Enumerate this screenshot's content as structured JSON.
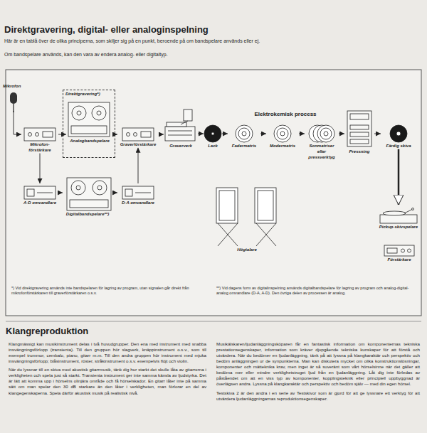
{
  "diagram": {
    "title": "Direktgravering, digital- eller analoginspelning",
    "nodes": [
      {
        "text": [
          "Mikrofon"
        ]
      },
      {
        "text": [
          "Direktgravering*)"
        ]
      },
      {
        "text": [
          "Analogbandspelare"
        ],
        "in": 1
      },
      {
        "text": [
          "Mikrofon-förstärkare"
        ]
      },
      {
        "text": [
          "Graverförstärkare"
        ]
      },
      {
        "text": [
          "Graververk"
        ]
      },
      {
        "text": [
          "Lack"
        ]
      },
      {
        "text": [
          "Fadermatris"
        ]
      },
      {
        "text": [
          "Modermatris"
        ]
      },
      {
        "text": [
          "Sonmatriser eller pressverktyg"
        ]
      },
      {
        "text": [
          "Pressning"
        ]
      },
      {
        "text": [
          "Färdig skiva"
        ]
      },
      {
        "text": [
          "A-D omvandlare"
        ]
      },
      {
        "text": [
          "Digitalbandspelare**)"
        ]
      },
      {
        "text": [
          "D-A omvandlare"
        ]
      },
      {
        "text": [
          "Högtalare"
        ]
      },
      {
        "text": [
          "Pickup-skivspelare"
        ]
      },
      {
        "text": [
          "Förstärkare"
        ]
      }
    ],
    "edges": [
      {
        "from": 0,
        "to": 3,
        "arrow": "to"
      },
      {
        "from": 3,
        "to": 2,
        "arrow": "to"
      },
      {
        "from": 2,
        "to": 4,
        "arrow": "to"
      },
      {
        "from": 4,
        "to": 5,
        "arrow": "to"
      },
      {
        "from": 5,
        "to": 6,
        "arrow": "to"
      },
      {
        "from": 6,
        "to": 7,
        "arrow": "to"
      },
      {
        "from": 7,
        "to": 8,
        "arrow": "to"
      },
      {
        "from": 8,
        "to": 9,
        "arrow": "to"
      },
      {
        "from": 9,
        "to": 10,
        "arrow": "to"
      },
      {
        "from": 10,
        "to": 11,
        "arrow": "to"
      },
      {
        "from": 11,
        "to": 16,
        "arrow": "to"
      },
      {
        "from": 3,
        "to": 12,
        "arrow": "to"
      },
      {
        "from": 12,
        "to": 13,
        "arrow": "to"
      },
      {
        "from": 13,
        "to": 14,
        "arrow": "to"
      },
      {
        "from": 14,
        "to": 4,
        "arrow": "to"
      }
    ],
    "labels": [
      "Här är en tablå över de olika principerna, som skiljer sig på en punkt, beroende på om bandspelare används eller ej.",
      "Om bandspelare används, kan den vara av endera analog- eller digitaltyp.",
      "Elektrokemisk process",
      "*) Vid direktgravering används inte bandspelaren för lagring av program, utan signalen går direkt från mikrofonförstärkaren till graverförstärkaren o.s.v.",
      "**) Vid dagens form av digitalinspelning används digitalbandspelare för lagring av program och analog-digital-analog omvandlare (D-A, A-D). Den övriga delen av processen är analog.",
      "Klangreproduktion",
      "Klangmässigt kan musikinstrument delas i två huvudgrupper. Den ena med instrument med snabba insvängningsförlopp (transienta). Till den gruppen hör slagverk, knäppinstrument o.s.v., som till exempel trummor, cembalo, piano, gitarr m.m. Till den andra gruppen hör instrument med mjuka insvängningsförlopp; blåsinstrument, röster, stråkinstrument o.s.v. exempelvis flöjt och violin.",
      "När du lyssnar till en skiva med akustisk gitarrmusik, tänk dig hur starkt det skulle låta av gitarrerna i verkligheten och spela just så starkt. Transienta instrument ger inte samma känsla av ljudstyrka. Det är lätt att komma upp i hörselns olinjära område och få hörselskador. En gitarr låter inte på samma sätt om man spelar den 30 dB starkare än den låter i verkligheten, man förlorar en del av klangegenskaperna. Spela därför akustisk musik på realistisk nivå.",
      "Musikälskaren/ljudanläggningsköparen får en fantastisk information om komponenternas tekniska prestationsegenskaper, information som kräver djupgående tekniska kunskaper för att förstå och utvärdera. När du bedömer en ljudanläggning, tänk på att lyssna på klangkaraktär och perspektiv och bedöm anläggningen ur de synpunkterna. Man kan diskutera mycket om olika konstruktionslösningar, komponenter och mätteknika krav, men inget är så suveränt som vårt hörselsinne när det gäller att bedöma mer eller mindre verklighetstroget ljud från en ljudanläggning. Låt dig inte förledas av påståendet om att en viss typ av komponenter, kopplingsteknik eller principiell uppbyggnad är överlägsen andra. Lyssna på klangkaraktär och perspektiv och bedöm själv — med din egen hörsel.",
      "Testskiva 2 är den andra i en serie av Testskivor som är gjord för att ge lyssnare ett verktyg för att utvärdera ljudanläggningarnas reproduktionsegenskaper."
    ]
  }
}
